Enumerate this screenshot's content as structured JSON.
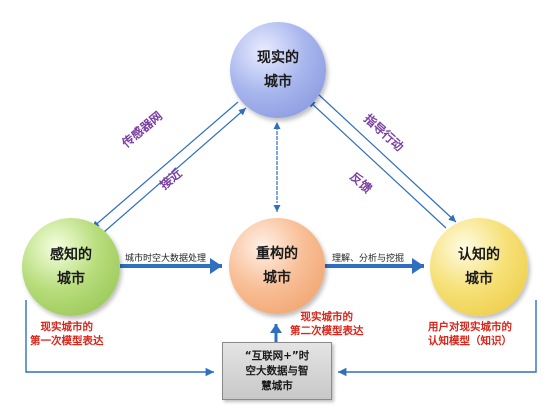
{
  "nodes": {
    "top": {
      "line1": "现实的",
      "line2": "城市"
    },
    "left": {
      "line1": "感知的",
      "line2": "城市"
    },
    "center": {
      "line1": "重构的",
      "line2": "城市"
    },
    "right": {
      "line1": "认知的",
      "line2": "城市"
    }
  },
  "edges": {
    "sensor_network": "传感器网",
    "access": "接近",
    "guide_action": "指导行动",
    "feedback": "反馈",
    "spatiotemporal_processing": "城市时空大数据处理",
    "understanding": "理解、分析与挖掘"
  },
  "notes": {
    "first_model": {
      "line1": "现实城市的",
      "line2": "第一次模型表达"
    },
    "second_model": {
      "line1": "现实城市的",
      "line2": "第二次模型表达"
    },
    "cognitive_model": {
      "line1": "用户对现实城市的",
      "line2": "认知模型（知识）"
    }
  },
  "bottom_box": {
    "text": "“互联网+”时\n空大数据与智\n慧城市"
  },
  "colors": {
    "arrow": "#2e6fbf",
    "edge_label": "#7a3fa0",
    "note": "#d6281c"
  }
}
